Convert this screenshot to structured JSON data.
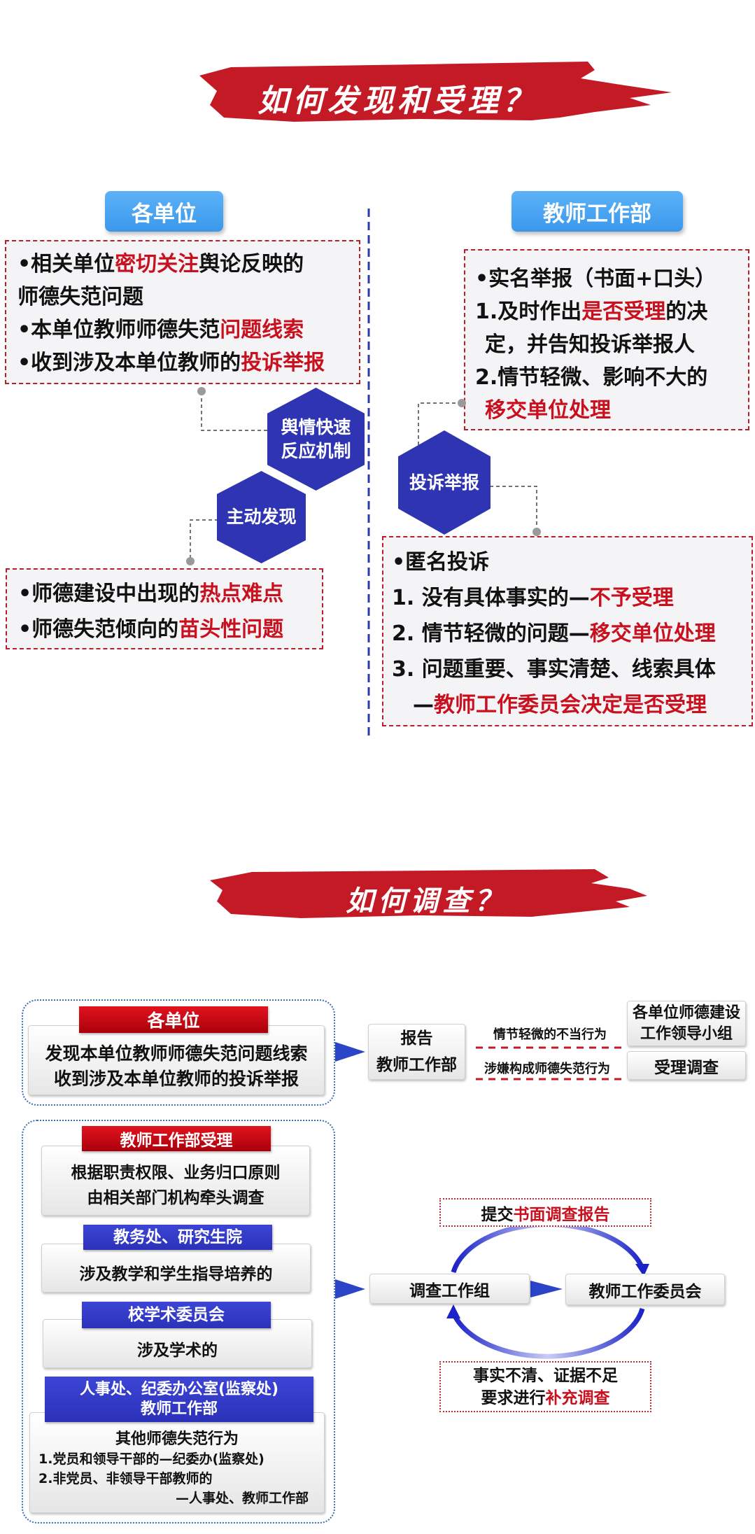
{
  "section1": {
    "title": "如何发现和受理？",
    "left_header": "各单位",
    "right_header": "教师工作部",
    "left_box1": [
      [
        {
          "t": "•相关单位"
        },
        {
          "t": "密切关注",
          "hl": true
        },
        {
          "t": "舆论反映的"
        }
      ],
      [
        {
          "t": "师德失范问题"
        }
      ],
      [
        {
          "t": "•本单位教师师德失范"
        },
        {
          "t": "问题线索",
          "hl": true
        }
      ],
      [
        {
          "t": "•收到涉及本单位教师的"
        },
        {
          "t": "投诉举报",
          "hl": true
        }
      ]
    ],
    "hex_public_opinion": [
      "舆情快速",
      "反应机制"
    ],
    "hex_active": "主动发现",
    "hex_complaint": "投诉举报",
    "left_box2": [
      [
        {
          "t": "•师德建设中出现的"
        },
        {
          "t": "热点难点",
          "hl": true
        }
      ],
      [
        {
          "t": "•师德失范倾向的"
        },
        {
          "t": "苗头性问题",
          "hl": true
        }
      ]
    ],
    "right_box1": [
      [
        {
          "t": "•实名举报（书面+口头）"
        }
      ],
      [
        {
          "t": "1.及时作出"
        },
        {
          "t": "是否受理",
          "hl": true
        },
        {
          "t": "的决"
        }
      ],
      [
        {
          "t": "定，并告知投诉举报人"
        }
      ],
      [
        {
          "t": "2.情节轻微、影响不大的"
        }
      ],
      [
        {
          "t": "移交单位处理",
          "hl": true
        }
      ]
    ],
    "right_box2": [
      [
        {
          "t": "•匿名投诉"
        }
      ],
      [
        {
          "t": "1. 没有具体事实的—"
        },
        {
          "t": "不予受理",
          "hl": true
        }
      ],
      [
        {
          "t": "2. 情节轻微的问题—"
        },
        {
          "t": "移交单位处理",
          "hl": true
        }
      ],
      [
        {
          "t": "3. 问题重要、事实清楚、线索具体"
        }
      ],
      [
        {
          "t": "—"
        },
        {
          "t": "教师工作委员会决定是否受理",
          "hl": true
        }
      ]
    ]
  },
  "section2": {
    "title": "如何调查？",
    "units": {
      "header": "各单位",
      "lines": [
        "发现本单位教师师德失范问题线索",
        "收到涉及本单位教师的投诉举报"
      ]
    },
    "report": [
      "报告",
      "教师工作部"
    ],
    "minor_label": "情节轻微的不当行为",
    "serious_label": "涉嫌构成师德失范行为",
    "leading_group": [
      "各单位师德建设",
      "工作领导小组"
    ],
    "accept_investigate": "受理调查",
    "dept_accept": {
      "header": "教师工作部受理",
      "lines": [
        "根据职责权限、业务归口原则",
        "由相关部门机构牵头调查"
      ]
    },
    "academic_affairs": {
      "header": "教务处、研究生院",
      "line": "涉及教学和学生指导培养的"
    },
    "academic_committee": {
      "header": "校学术委员会",
      "line": "涉及学术的"
    },
    "hr": {
      "header": [
        "人事处、纪委办公室(监察处)",
        "教师工作部"
      ],
      "title": "其他师德失范行为",
      "lines": [
        "1.党员和领导干部的—纪委办(监察处)",
        "2.非党员、非领导干部教师的",
        "—人事处、教师工作部"
      ]
    },
    "submit_report": [
      {
        "t": "提交"
      },
      {
        "t": "书面调查报告",
        "hl": true
      }
    ],
    "investigation_group": "调查工作组",
    "committee": "教师工作委员会",
    "supplement": [
      [
        {
          "t": "事实不清、证据不足"
        }
      ],
      [
        {
          "t": "要求进行"
        },
        {
          "t": "补充调查",
          "hl": true
        }
      ]
    ]
  },
  "colors": {
    "red": "#c8101e",
    "blue": "#2f34b2",
    "light_blue": "#3a98ec"
  }
}
